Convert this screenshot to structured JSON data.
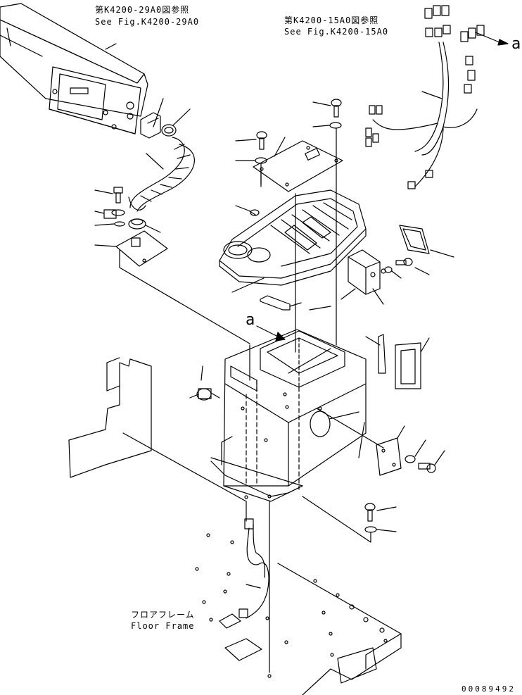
{
  "references": {
    "top_left": {
      "jp": "第K4200-29A0図参照",
      "en": "See Fig.K4200-29A0"
    },
    "top_right": {
      "jp": "第K4200-15A0図参照",
      "en": "See Fig.K4200-15A0"
    }
  },
  "view_marker": {
    "right": "a",
    "left": "a"
  },
  "floor_frame": {
    "jp": "フロアフレーム",
    "en": "Floor Frame"
  },
  "document_number": "00089492",
  "palette": {
    "ink": "#000000",
    "paper": "#ffffff"
  }
}
